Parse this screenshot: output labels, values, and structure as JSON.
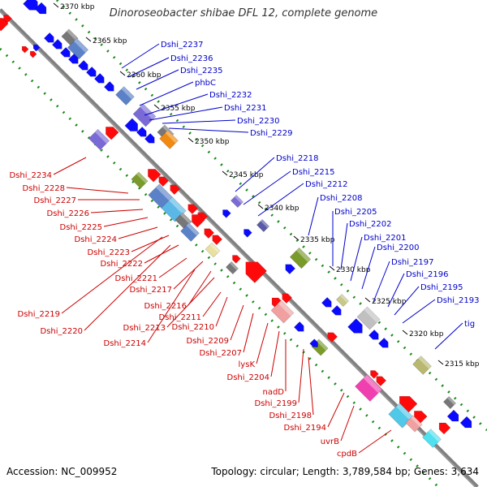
{
  "title": "Dinoroseobacter shibae DFL 12, complete genome",
  "footer": {
    "accession": "Accession: NC_009952",
    "summary": "Topology: circular; Length: 3,789,584 bp; Genes: 3,634"
  },
  "colors": {
    "forward_gene": "#0a0aff",
    "reverse_gene": "#ff0a0a",
    "forward_label": "#0000cc",
    "reverse_label": "#cc0000",
    "backbone": "#808080",
    "gc_dots": "#1a8a1a"
  },
  "ticks": [
    {
      "label": "2370 kbp"
    },
    {
      "label": "2365 kbp"
    },
    {
      "label": "2360 kbp"
    },
    {
      "label": "2355 kbp"
    },
    {
      "label": "2350 kbp"
    },
    {
      "label": "2345 kbp"
    },
    {
      "label": "2340 kbp"
    },
    {
      "label": "2335 kbp"
    },
    {
      "label": "2330 kbp"
    },
    {
      "label": "2325 kbp"
    },
    {
      "label": "2320 kbp"
    },
    {
      "label": "2315 kbp"
    }
  ],
  "forward_labels": [
    {
      "label": "Dshi_2237"
    },
    {
      "label": "Dshi_2236"
    },
    {
      "label": "Dshi_2235"
    },
    {
      "label": "phbC"
    },
    {
      "label": "Dshi_2232"
    },
    {
      "label": "Dshi_2231"
    },
    {
      "label": "Dshi_2230"
    },
    {
      "label": "Dshi_2229"
    },
    {
      "label": "Dshi_2218"
    },
    {
      "label": "Dshi_2215"
    },
    {
      "label": "Dshi_2212"
    },
    {
      "label": "Dshi_2208"
    },
    {
      "label": "Dshi_2205"
    },
    {
      "label": "Dshi_2202"
    },
    {
      "label": "Dshi_2201"
    },
    {
      "label": "Dshi_2200"
    },
    {
      "label": "Dshi_2197"
    },
    {
      "label": "Dshi_2196"
    },
    {
      "label": "Dshi_2195"
    },
    {
      "label": "Dshi_2193"
    },
    {
      "label": "tig"
    }
  ],
  "reverse_labels": [
    {
      "label": "Dshi_2234"
    },
    {
      "label": "Dshi_2228"
    },
    {
      "label": "Dshi_2227"
    },
    {
      "label": "Dshi_2226"
    },
    {
      "label": "Dshi_2225"
    },
    {
      "label": "Dshi_2224"
    },
    {
      "label": "Dshi_2223"
    },
    {
      "label": "Dshi_2222"
    },
    {
      "label": "Dshi_2221"
    },
    {
      "label": "Dshi_2217"
    },
    {
      "label": "Dshi_2216"
    },
    {
      "label": "Dshi_2219"
    },
    {
      "label": "Dshi_2213"
    },
    {
      "label": "Dshi_2211"
    },
    {
      "label": "Dshi_2220"
    },
    {
      "label": "Dshi_2210"
    },
    {
      "label": "Dshi_2214"
    },
    {
      "label": "Dshi_2209"
    },
    {
      "label": "Dshi_2207"
    },
    {
      "label": "lysK"
    },
    {
      "label": "Dshi_2204"
    },
    {
      "label": "nadD"
    },
    {
      "label": "Dshi_2199"
    },
    {
      "label": "Dshi_2198"
    },
    {
      "label": "Dshi_2194"
    },
    {
      "label": "uvrB"
    },
    {
      "label": "cpdB"
    }
  ]
}
